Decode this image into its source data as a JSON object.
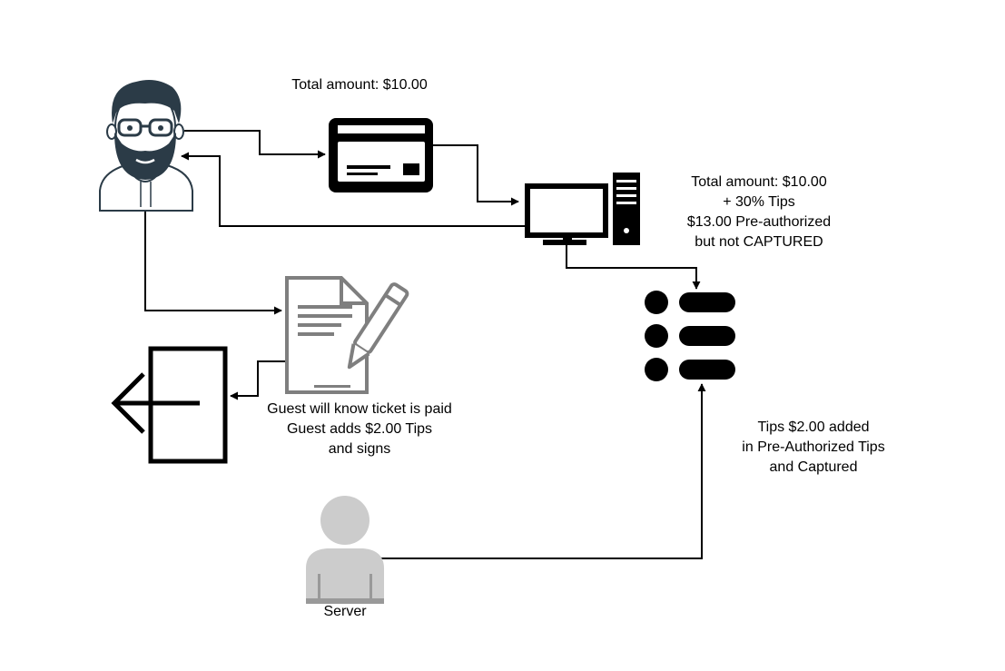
{
  "labels": {
    "card_total": "Total amount: $10.00",
    "terminal": {
      "line1": "Total amount: $10.00",
      "line2": "+ 30% Tips",
      "line3": "$13.00 Pre-authorized",
      "line4": "but not CAPTURED"
    },
    "guest": {
      "line1": "Guest will know ticket is paid",
      "line2": "Guest adds $2.00 Tips",
      "line3": "and signs"
    },
    "server_tips": {
      "line1": "Tips $2.00 added",
      "line2": "in Pre-Authorized Tips",
      "line3": "and Captured"
    },
    "server": "Server"
  },
  "icons": {
    "customer": "bearded-man-avatar-icon",
    "card": "credit-card-icon",
    "terminal": "desktop-computer-icon",
    "receipt": "signed-document-icon",
    "exit": "exit-door-icon",
    "list": "bulleted-list-icon",
    "server": "person-silhouette-icon"
  },
  "colors": {
    "line": "#000000",
    "icon_dark": "#000000",
    "icon_gray": "#7f7f7f",
    "person_gray": "#cccccc",
    "person_dark": "#999999",
    "avatar_dark": "#2b3b47"
  }
}
